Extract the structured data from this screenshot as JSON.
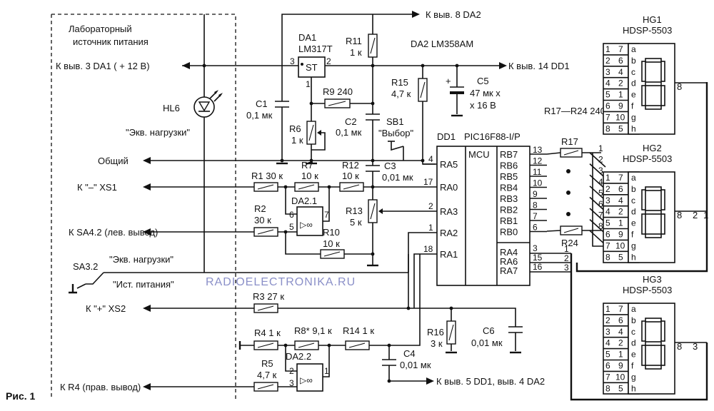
{
  "figure_label": "Рис. 1",
  "watermark": "RADIOELECTRONIKA.RU",
  "lab_supply": {
    "line1": "Лабораторный",
    "line2": "источник питания"
  },
  "left_connections": {
    "da1_pin3": "К выв. 3 DA1 ( + 12 В)",
    "common": "Общий",
    "xs1": "К \"–\" XS1",
    "sa42": "К SA4.2 (лев. вывод)",
    "xs2": "К \"+\" XS2",
    "r4": "К R4 (прав. вывод)"
  },
  "hl6": {
    "ref": "HL6",
    "caption": "\"Экв. нагрузки\""
  },
  "sa3": {
    "ref": "SA3.2",
    "pos1": "\"Экв. нагрузки\"",
    "pos2": "\"Ист. питания\""
  },
  "top_connections": {
    "da2_pin8": "К выв. 8 DA2",
    "dd1_pin14": "К выв. 14 DD1",
    "dd1_pin5": "К выв. 5 DD1, выв. 4 DA2"
  },
  "da1": {
    "ref": "DA1",
    "part": "LM317T",
    "inner": "ST",
    "pin3": "3",
    "pin2": "2",
    "pin1": "1"
  },
  "da2": {
    "title": "DA2 LM358AM"
  },
  "da2_1": {
    "ref": "DA2.1",
    "p6": "6",
    "p5": "5",
    "p7": "7",
    "sym": "▷∞"
  },
  "da2_2": {
    "ref": "DA2.2",
    "p2": "2",
    "p3": "3",
    "p1": "1",
    "sym": "▷∞"
  },
  "components": {
    "r11": {
      "ref": "R11",
      "val": "1 к"
    },
    "r9": {
      "ref": "R9",
      "val": "240"
    },
    "r6": {
      "ref": "R6",
      "val": "1 к"
    },
    "c1": {
      "ref": "C1",
      "val": "0,1 мк"
    },
    "c2": {
      "ref": "C2",
      "val": "0,1 мк"
    },
    "sb1": {
      "ref": "SB1",
      "val": "\"Выбор\""
    },
    "r15": {
      "ref": "R15",
      "val": "4,7 к"
    },
    "c5": {
      "ref": "C5",
      "val": "47 мк х",
      "val2": "х 16 В",
      "pol": "+"
    },
    "r1": {
      "ref": "R1",
      "val": "30 к"
    },
    "r7": {
      "ref": "R7",
      "val": "10 к"
    },
    "r12": {
      "ref": "R12",
      "val": "10 к"
    },
    "c3": {
      "ref": "C3",
      "val": "0,01 мк"
    },
    "r2": {
      "ref": "R2",
      "val": "30 к"
    },
    "r13": {
      "ref": "R13",
      "val": "5 к"
    },
    "r10": {
      "ref": "R10",
      "val": "10 к"
    },
    "r3": {
      "ref": "R3",
      "val": "27 к"
    },
    "r4": {
      "ref": "R4",
      "val": "1 к"
    },
    "r8": {
      "ref": "R8*",
      "val": "9,1 к"
    },
    "r14": {
      "ref": "R14",
      "val": "1 к"
    },
    "r5": {
      "ref": "R5",
      "val": "4,7 к"
    },
    "c4": {
      "ref": "C4",
      "val": "0,01 мк"
    },
    "r16": {
      "ref": "R16",
      "val": "3 к"
    },
    "c6": {
      "ref": "C6",
      "val": "0,01 мк"
    },
    "r17": {
      "ref": "R17"
    },
    "r24": {
      "ref": "R24"
    },
    "r17_24": {
      "range": "R17—R24 240"
    }
  },
  "dd1": {
    "ref": "DD1",
    "part": "PIC16F88-I/P",
    "mcu": "MCU",
    "left_pins": [
      {
        "name": "RA5",
        "num": "4"
      },
      {
        "name": "RA0",
        "num": "17"
      },
      {
        "name": "RA3",
        "num": "2"
      },
      {
        "name": "RA2",
        "num": "1"
      },
      {
        "name": "RA1",
        "num": "18"
      }
    ],
    "right_pins": [
      {
        "name": "RB7",
        "num": "13"
      },
      {
        "name": "RB6",
        "num": "12"
      },
      {
        "name": "RB5",
        "num": "11"
      },
      {
        "name": "RB4",
        "num": "10"
      },
      {
        "name": "RB3",
        "num": "9"
      },
      {
        "name": "RB2",
        "num": "8"
      },
      {
        "name": "RB1",
        "num": "7"
      },
      {
        "name": "RB0",
        "num": "6"
      }
    ],
    "ra_pins": [
      {
        "name": "RA4",
        "num": "3"
      },
      {
        "name": "RA6",
        "num": "15"
      },
      {
        "name": "RA7",
        "num": "16"
      }
    ]
  },
  "bus_labels": [
    "1",
    "2",
    "3",
    "4",
    "5",
    "6",
    "7",
    "8"
  ],
  "ra_bus": [
    "1",
    "2",
    "3"
  ],
  "displays": [
    {
      "ref": "HG1",
      "part": "HDSP-5503",
      "out_pin": "8",
      "bus": ""
    },
    {
      "ref": "HG2",
      "part": "HDSP-5503",
      "out_pin": "8",
      "bus": "2"
    },
    {
      "ref": "HG3",
      "part": "HDSP-5503",
      "out_pin": "8",
      "bus": "3"
    }
  ],
  "display_rows": [
    {
      "n": "1",
      "p": "7",
      "s": "a"
    },
    {
      "n": "2",
      "p": "6",
      "s": "b"
    },
    {
      "n": "3",
      "p": "4",
      "s": "c"
    },
    {
      "n": "4",
      "p": "2",
      "s": "d"
    },
    {
      "n": "5",
      "p": "1",
      "s": "e"
    },
    {
      "n": "6",
      "p": "9",
      "s": "f"
    },
    {
      "n": "7",
      "p": "10",
      "s": "g"
    },
    {
      "n": "8",
      "p": "5",
      "s": "h"
    }
  ],
  "hg2_bus_right": "1"
}
